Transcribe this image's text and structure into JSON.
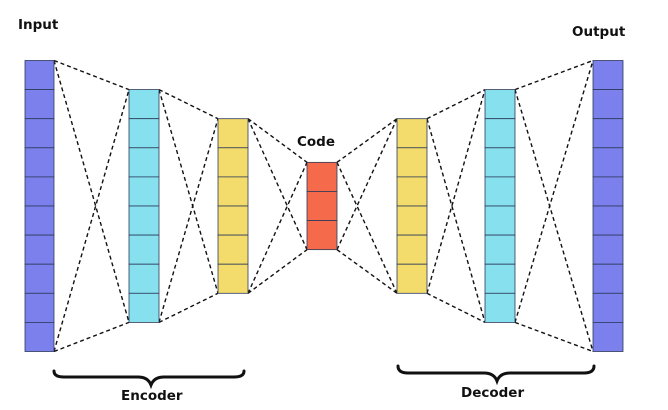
{
  "labels": {
    "input": "Input",
    "output": "Output",
    "code": "Code",
    "encoder": "Encoder",
    "decoder": "Decoder"
  },
  "layers": [
    {
      "role": "input",
      "cells": 10,
      "color": "#7b80ec"
    },
    {
      "role": "encoder",
      "cells": 8,
      "color": "#86e0ee"
    },
    {
      "role": "encoder",
      "cells": 6,
      "color": "#f3dc6b"
    },
    {
      "role": "code",
      "cells": 3,
      "color": "#f46a4a"
    },
    {
      "role": "decoder",
      "cells": 6,
      "color": "#f3dc6b"
    },
    {
      "role": "decoder",
      "cells": 8,
      "color": "#86e0ee"
    },
    {
      "role": "output",
      "cells": 10,
      "color": "#7b80ec"
    }
  ]
}
